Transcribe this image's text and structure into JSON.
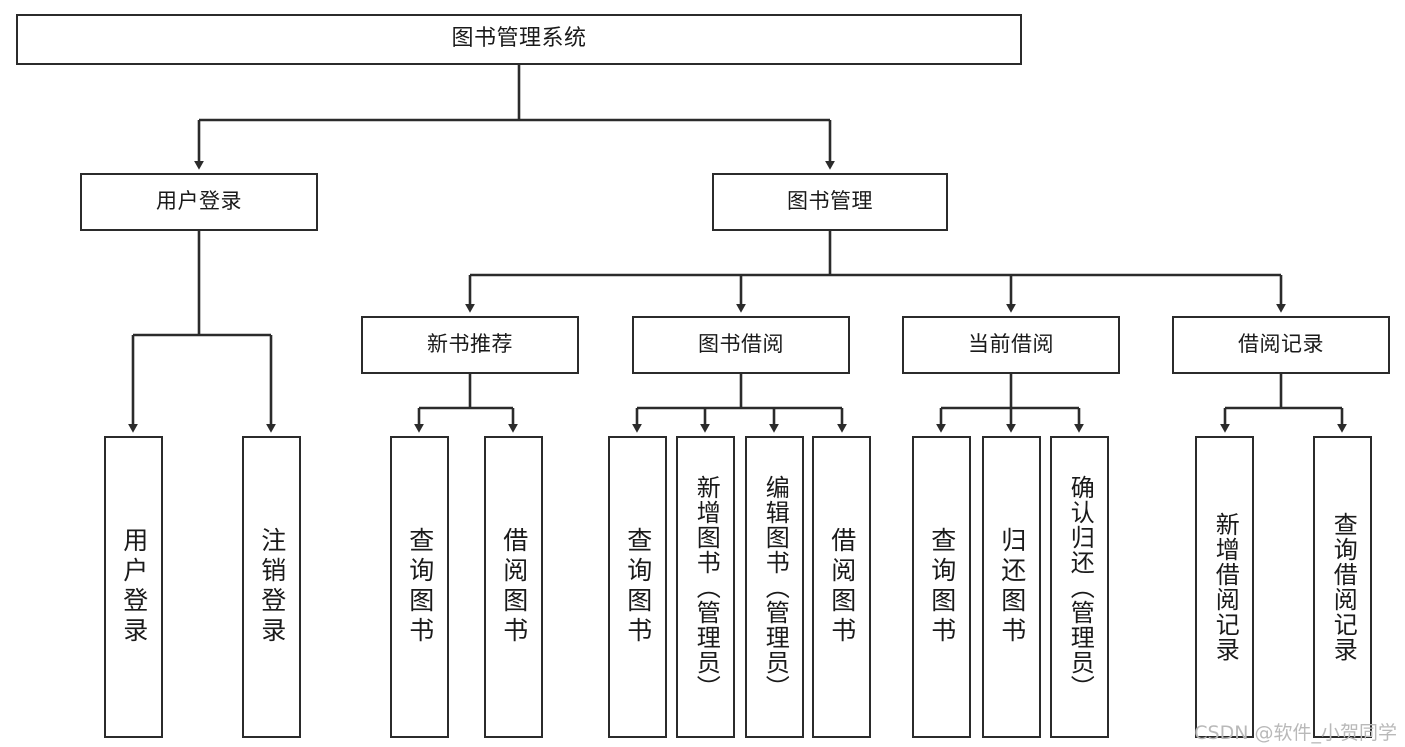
{
  "diagram": {
    "title": "图书管理系统",
    "type": "tree",
    "watermark": "CSDN @软件_小贺同学",
    "colors": {
      "box_border": "#2b2b2b",
      "box_fill": "#ffffff",
      "connector": "#2b2b2b",
      "text": "#1a1a1a",
      "watermark": "#b9b9b9"
    },
    "nodes": {
      "root": {
        "label": "图书管理系统"
      },
      "level2": [
        {
          "label": "用户登录"
        },
        {
          "label": "图书管理"
        }
      ],
      "level3": [
        {
          "label": "新书推荐"
        },
        {
          "label": "图书借阅"
        },
        {
          "label": "当前借阅"
        },
        {
          "label": "借阅记录"
        }
      ],
      "leaves": [
        {
          "label": "用户登录",
          "parent": "用户登录"
        },
        {
          "label": "注销登录",
          "parent": "用户登录"
        },
        {
          "label": "查询图书",
          "parent": "新书推荐"
        },
        {
          "label": "借阅图书",
          "parent": "新书推荐"
        },
        {
          "label": "查询图书",
          "parent": "图书借阅"
        },
        {
          "label": "新增图书（管理员）",
          "parent": "图书借阅"
        },
        {
          "label": "编辑图书（管理员）",
          "parent": "图书借阅"
        },
        {
          "label": "借阅图书",
          "parent": "图书借阅"
        },
        {
          "label": "查询图书",
          "parent": "当前借阅"
        },
        {
          "label": "归还图书",
          "parent": "当前借阅"
        },
        {
          "label": "确认归还（管理员）",
          "parent": "当前借阅"
        },
        {
          "label": "新增借阅记录",
          "parent": "借阅记录"
        },
        {
          "label": "查询借阅记录",
          "parent": "借阅记录"
        }
      ]
    }
  }
}
